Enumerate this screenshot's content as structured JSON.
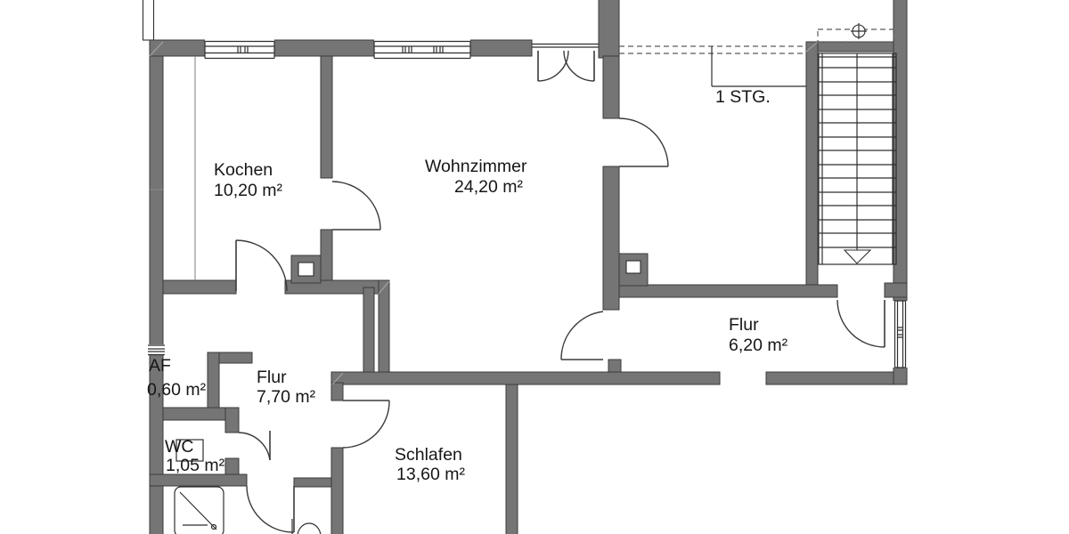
{
  "plan": {
    "type": "floor-plan",
    "language": "de",
    "rooms": [
      {
        "id": "kochen",
        "name": "Kochen",
        "area": "10,20 m²"
      },
      {
        "id": "wohnzimmer",
        "name": "Wohnzimmer",
        "area": "24,20 m²"
      },
      {
        "id": "flur-ost",
        "name": "Flur",
        "area": "6,20 m²"
      },
      {
        "id": "flur-mitte",
        "name": "Flur",
        "area": "7,70 m²"
      },
      {
        "id": "schlafen",
        "name": "Schlafen",
        "area": "13,60 m²"
      },
      {
        "id": "af",
        "name": "AF",
        "area": "0,60 m²"
      },
      {
        "id": "wc",
        "name": "WC",
        "area": "1,05 m²"
      }
    ],
    "annotations": {
      "stair_note": "1 STG."
    },
    "features": [
      "staircase-with-down-arrow",
      "double-french-door",
      "single-swing-doors",
      "facade-windows",
      "shower-tray",
      "toilet",
      "wash-basin",
      "chimney-blocks",
      "dashed-overhead-lines",
      "ceiling-light-symbol"
    ],
    "colors": {
      "wall": "#757575",
      "outline": "#3a3a3a",
      "background": "#ffffff",
      "text": "#161616"
    }
  }
}
